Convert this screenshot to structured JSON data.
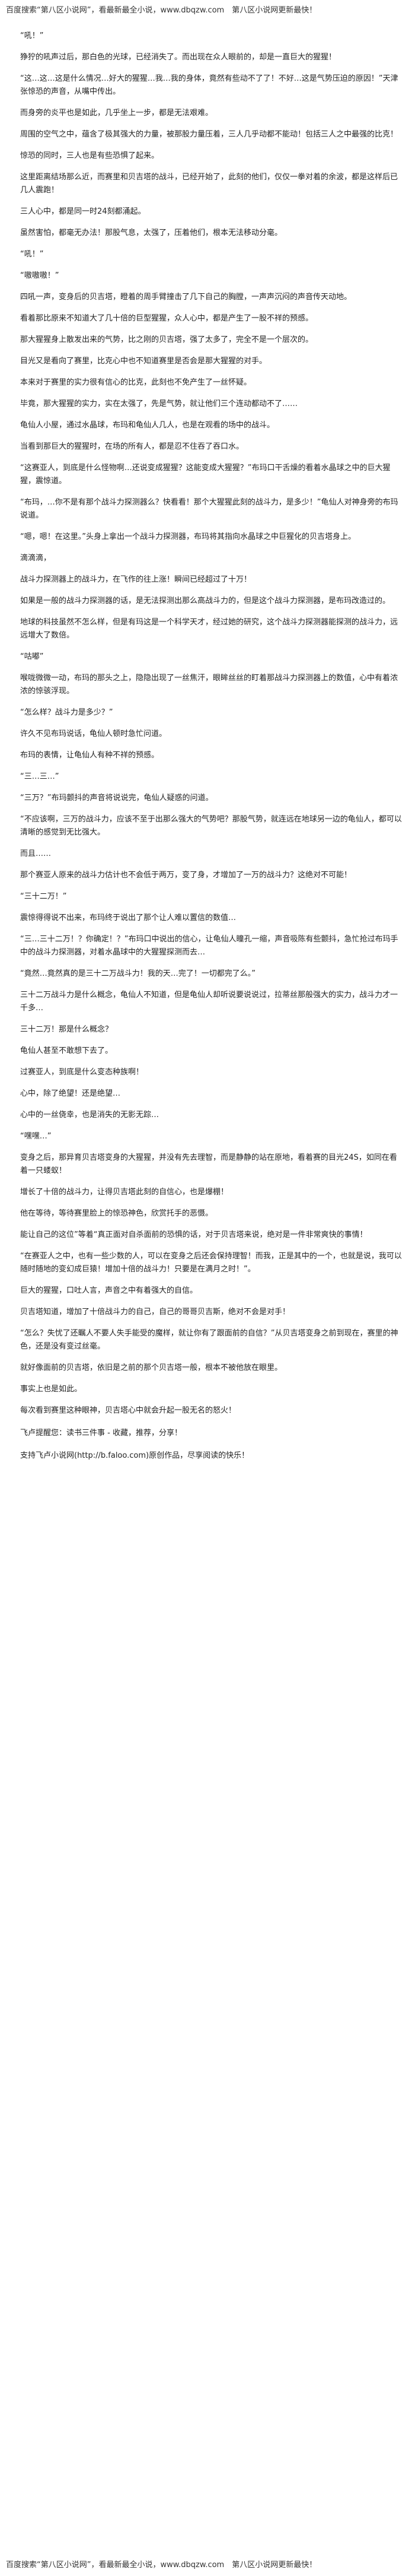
{
  "banner": {
    "text": "百度搜索“第八区小说网”，看最新最全小说，www.dbqzw.com　第八区小说网更新最快！"
  },
  "chapter": {
    "paragraphs": [
      "“吼！”",
      "狰狞的吼声过后，那白色的光球，已经消失了。而出现在众人眼前的，却是一直巨大的猩猩！",
      "“这…这…这是什么情况…好大的猩猩…我…我的身体，竟然有些动不了了！不好…这是气势压迫的原因！”天津张惊恐的声音，从嘴中传出。",
      "而身旁的炎平也是如此，几乎坐上一步，都是无法艰难。",
      "周围的空气之中，蕴含了极其强大的力量，被那股力量压着，三人几乎动都不能动！包括三人之中最强的比克！",
      "惊恐的同时，三人也是有些恐惧了起来。",
      "这里距离结场那么近，而赛里和贝吉塔的战斗，已经开始了，此刻的他们，仅仅一拳对着的余波，都是这样后已几人震跑！",
      "三人心中，都是同一时24刻都涌起。",
      "虽然害怕，都毫无办法！那股气息，太强了，压着他们，根本无法移动分毫。",
      "“吼！”",
      "“嗷嗷嗷！”",
      "四吼一声，变身后的贝吉塔，瞪着的周手臂撞击了几下自己的胸膛，一声声沉闷的声音传天动地。",
      "看着那比原来不知道大了几十倍的巨型猩猩，众人心中，都是产生了一股不祥的预感。",
      "那大猩猩身上散发出来的气势，比之刚的贝吉塔，强了太多了，完全不是一个层次的。",
      "目光又是看向了赛里，比克心中也不知道赛里是否会是那大猩猩的对手。",
      "本来对于赛里的实力很有信心的比克，此刻也不免产生了一丝怀疑。",
      "毕竟，那大猩猩的实力，实在太强了，先是气势，就让他们三个连动都动不了……",
      "龟仙人小屋，通过水晶球，布玛和龟仙人几人，也是在观看的场中的战斗。",
      "当看到那巨大的猩猩时，在场的所有人，都是忍不住吞了吞口水。",
      "“这赛亚人，到底是什么怪物啊…还说变成猩猩？这能变成大猩猩？”布玛口干舌燥的看着水晶球之中的巨大猩猩，震惊道。",
      "“布玛，…你不是有那个战斗力探测器么？快看看！那个大猩猩此刻的战斗力，是多少！”龟仙人对神身旁的布玛说道。",
      "“嗯，嗯！在这里。”头身上拿出一个战斗力探测器，布玛将其指向水晶球之中巨猩化的贝吉塔身上。",
      "滴滴滴，",
      "战斗力探测器上的战斗力，在飞作的往上涨！瞬间已经超过了十万！",
      "如果是一般的战斗力探测器的话，是无法探测出那么高战斗力的，但是这个战斗力探测器，是布玛改造过的。",
      "地球的科技虽然不怎么样，但是有玛这是一个科学天才，经过她的研究，这个战斗力探测器能探测的战斗力，远远增大了数倍。",
      "“咕嘟”",
      "喉咙微微一动，布玛的那头之上，隐隐出现了一丝焦汗，眼眸丝丝的盯着那战斗力探测器上的数值，心中有着浓浓的惊骇浮现。",
      "“怎么样？战斗力是多少？”",
      "许久不见布玛说话，龟仙人顿时急忙问道。",
      "布玛的表情，让龟仙人有种不祥的预感。",
      "“三…三…”",
      "“三万？”布玛颤抖的声音将说说完，龟仙人疑惑的问道。",
      "“不应该啊，三万的战斗力，应该不至于出那么强大的气势吧？那股气势，就连远在地球另一边的龟仙人，都可以清晰的感觉到无比强大。",
      "而且……",
      "那个赛亚人原来的战斗力估计也不会低于两万，变了身，才增加了一万的战斗力？这绝对不可能！",
      "“三十二万！”",
      "震惊得得说不出来，布玛终于说出了那个让人难以置信的数值…",
      "“三…三十二万！？你确定！？”布玛口中说出的信心，让龟仙人瞳孔一缩，声音吸陈有些颤抖，急忙抢过布玛手中的战斗力探测器，对着水晶球中的大猩猩探测而去…",
      "“竟然…竟然真的是三十二万战斗力！我的天…完了！一切都完了么。”",
      "三十二万战斗力是什么概念，龟仙人不知道，但是龟仙人却听说要说说过，拉蒂丝那般强大的实力，战斗力才一千多…",
      "三十二万！那是什么概念？",
      "龟仙人甚至不敢想下去了。",
      "过赛亚人，到底是什么变态种族啊！",
      "心中，除了绝望！还是绝望…",
      "心中的一丝侥幸，也是消失的无影无踪…",
      "“嘿嘿…”",
      "变身之后，那异育贝吉塔变身的大猩猩，并没有先去理智，而是静静的站在原地，看着赛的目光24S，如同在看着一只蝼蚁！",
      "增长了十倍的战斗力，让得贝吉塔此刻的自信心，也是爆棚！",
      "他在等待，等待赛里脸上的惊恐神色，欣赏托手的恶慑。",
      "能让自己的这位”等着“真正面对自杀面前的恐惧的话，对于贝吉塔来说，绝对是一件非常爽快的事情！",
      "“在赛亚人之中，也有一些少数的人，可以在变身之后还会保持理智！而我，正是其中的一个，也就是说，我可以随时随地的变幻成巨猿！增加十倍的战斗力！只要是在满月之时！”。",
      "巨大的猩猩，口吐人言，声音之中有着强大的自信。",
      "贝吉塔知道，增加了十倍战斗力的自己，自己的哥哥贝吉斯，绝对不会是对手！",
      "“怎么？失忧了还瞩人不要人失手能受的魔样，就让你有了跟面前的自信？”从贝吉塔变身之前到现在，赛里的神色，还是没有变过丝毫。",
      "就好像面前的贝吉塔，依旧是之前的那个贝吉塔一般，根本不被他放在眼里。",
      "事实上也是如此。",
      "每次看到赛里这种眼神，贝吉塔心中就会升起一股无名的怒火！"
    ],
    "footer_lines": [
      "飞卢提醒您：读书三件事 - 收藏，推荐，分享！",
      "支持飞卢小说网(http://b.faloo.com)原创作品，尽享阅读的快乐！"
    ]
  }
}
